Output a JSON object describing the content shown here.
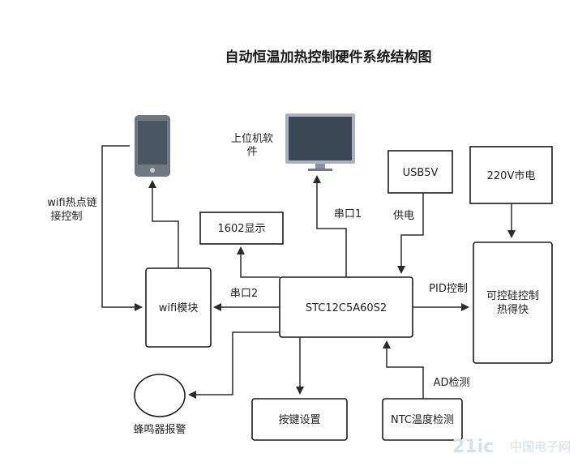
{
  "title": "自动恒温加热控制硬件系统结构图",
  "nodes": {
    "pc_label_1": "上位机软",
    "pc_label_2": "件",
    "usb": "USB5V",
    "mains": "220V市电",
    "lcd": "1602显示",
    "mcu": "STC12C5A60S2",
    "wifi": "wifi模块",
    "thyristor_1": "可控硅控制",
    "thyristor_2": "热得快",
    "keys": "按键设置",
    "ntc": "NTC温度检测",
    "buzzer": "蜂鸣器报警"
  },
  "edges": {
    "wifi_link_1": "wifi热点链",
    "wifi_link_2": "接控制",
    "serial1": "串口1",
    "serial2": "串口2",
    "power": "供电",
    "pid": "PID控制",
    "ad": "AD检测"
  },
  "watermark": {
    "brand": "21ic",
    "site": "中国电子网"
  },
  "colors": {
    "phone_body": "#6f7883",
    "phone_screen": "#4a5663",
    "monitor_screen": "#3b4756"
  }
}
